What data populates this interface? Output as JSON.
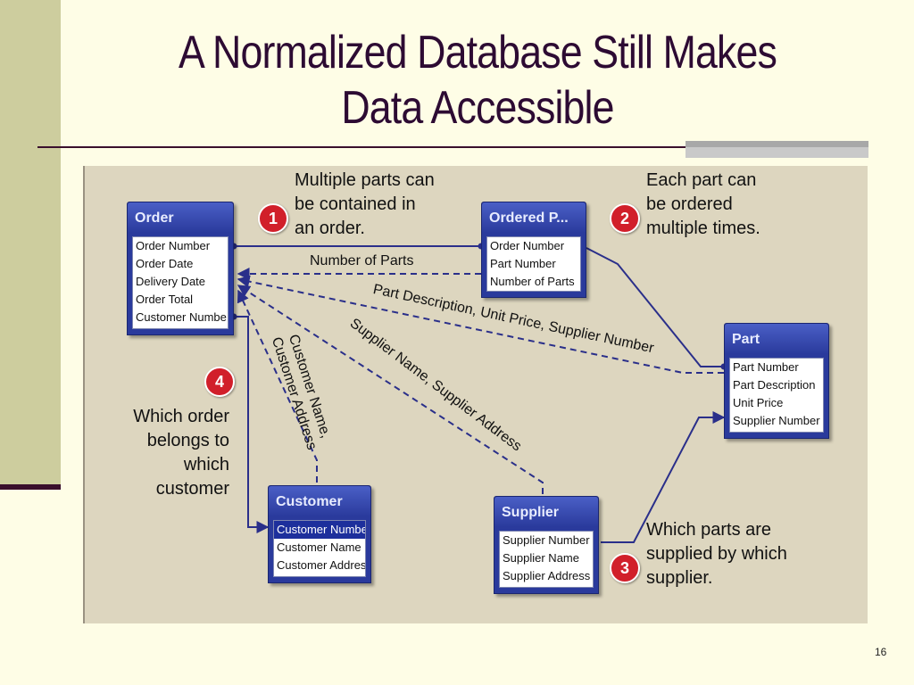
{
  "slide": {
    "title_line1": "A Normalized Database Still Makes",
    "title_line2": "Data Accessible",
    "page_number": "16"
  },
  "tables": {
    "order": {
      "title": "Order",
      "fields": [
        "Order Number",
        "Order Date",
        "Delivery Date",
        "Order Total",
        "Customer Numbe"
      ]
    },
    "ordered_parts": {
      "title": "Ordered P...",
      "fields": [
        "Order Number",
        "Part Number",
        "Number of Parts"
      ]
    },
    "part": {
      "title": "Part",
      "fields": [
        "Part Number",
        "Part Description",
        "Unit Price",
        "Supplier Number"
      ]
    },
    "customer": {
      "title": "Customer",
      "fields": [
        "Customer Numbe",
        "Customer Name",
        "Customer Addres"
      ]
    },
    "supplier": {
      "title": "Supplier",
      "fields": [
        "Supplier Number",
        "Supplier Name",
        "Supplier Address"
      ]
    }
  },
  "callouts": {
    "c1": {
      "number": "1",
      "lines": [
        "Multiple parts can",
        "be contained in",
        "an order."
      ]
    },
    "c2": {
      "number": "2",
      "lines": [
        "Each part can",
        "be ordered",
        "multiple times."
      ]
    },
    "c3": {
      "number": "3",
      "lines": [
        "Which parts are",
        "supplied by which",
        "supplier."
      ]
    },
    "c4": {
      "number": "4",
      "lines": [
        "Which order",
        "belongs to",
        "which",
        "customer"
      ]
    }
  },
  "relationship_labels": {
    "number_of_parts": "Number of Parts",
    "part_details": "Part Description, Unit Price, Supplier Number",
    "supplier_details": "Supplier Name, Supplier Address",
    "customer_name": "Customer Name,",
    "customer_address": "Customer Address"
  },
  "colors": {
    "table_header": "#2a3a9c",
    "badge": "#d11f2a",
    "title_text": "#2d0b33",
    "connector": "#2a2f8a"
  }
}
